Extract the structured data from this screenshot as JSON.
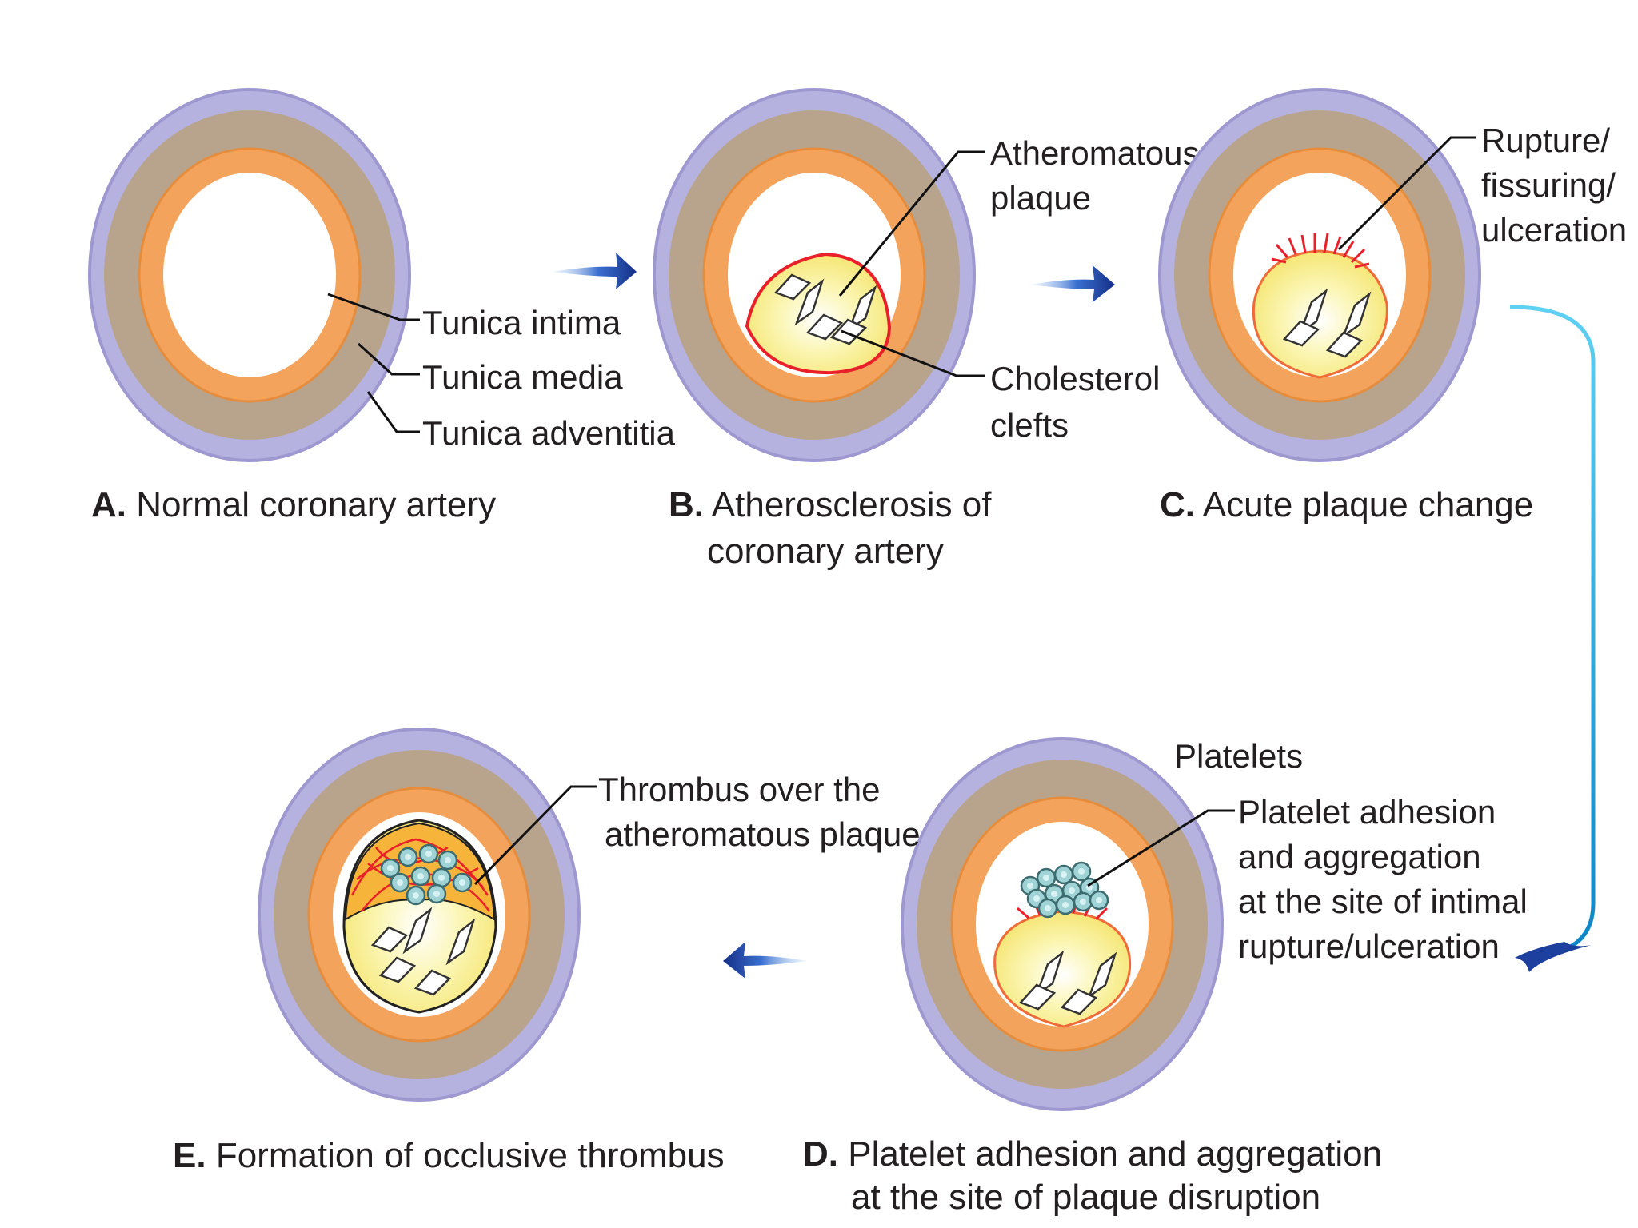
{
  "panels": [
    {
      "id": "A",
      "letter": "A.",
      "caption_lines": [
        "Normal coronary artery"
      ]
    },
    {
      "id": "B",
      "letter": "B.",
      "caption_lines": [
        "Atherosclerosis of",
        "coronary artery"
      ]
    },
    {
      "id": "C",
      "letter": "C.",
      "caption_lines": [
        "Acute plaque change"
      ]
    },
    {
      "id": "D",
      "letter": "D.",
      "caption_lines": [
        "Platelet adhesion and aggregation",
        "at the site of plaque disruption"
      ]
    },
    {
      "id": "E",
      "letter": "E.",
      "caption_lines": [
        "Formation of occlusive thrombus"
      ]
    }
  ],
  "labels": {
    "tunica_intima": "Tunica intima",
    "tunica_media": "Tunica media",
    "tunica_adventitia": "Tunica adventitia",
    "atheromatous_plaque": [
      "Atheromatous",
      "plaque"
    ],
    "cholesterol_clefts": [
      "Cholesterol",
      "clefts"
    ],
    "rupture": [
      "Rupture/",
      "fissuring/",
      "ulceration"
    ],
    "platelets": "Platelets",
    "platelet_adhesion": [
      "Platelet adhesion",
      "and aggregation",
      "at the site of intimal",
      "rupture/ulceration"
    ],
    "thrombus": [
      "Thrombus over the",
      "atheromatous plaque"
    ]
  },
  "colors": {
    "adventitia": "#b6b2df",
    "adventitia_edge": "#9d98cf",
    "media": "#b8a48c",
    "intima": "#f3a35b",
    "intima_edge": "#e58d3d",
    "lumen": "#ffffff",
    "plaque_fill": "#fbf4a4",
    "plaque_edge": "#e9202a",
    "arrow_blue": "#1d3f9e",
    "connector_cyan": "#12a7d8",
    "platelet": "#9fd3d6"
  },
  "icons": [
    "arrow-right-icon",
    "arrow-left-icon",
    "curved-connector-icon",
    "cholesterol-crystal-icon",
    "platelet-icon"
  ]
}
